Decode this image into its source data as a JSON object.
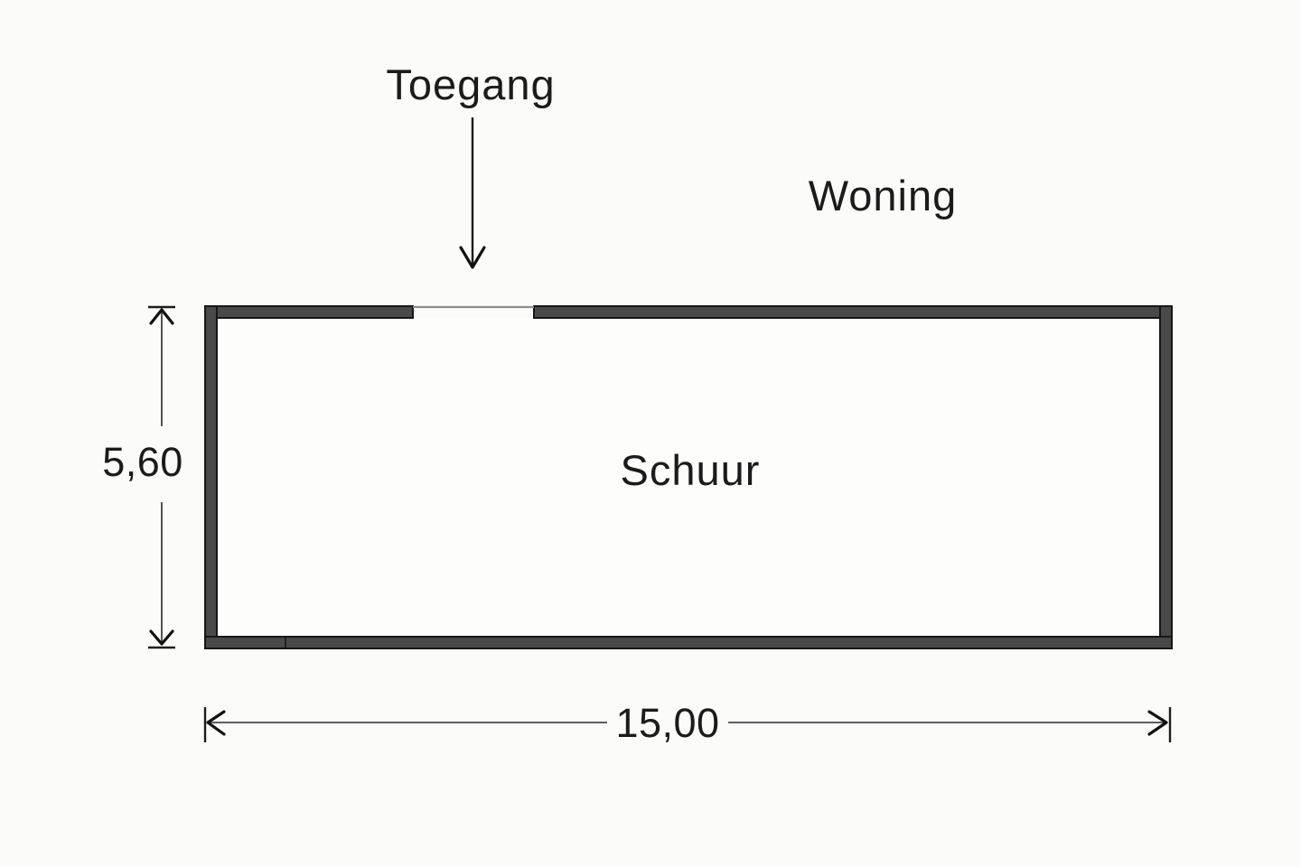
{
  "diagram": {
    "labels": {
      "entrance": "Toegang",
      "dwelling": "Woning",
      "room": "Schuur"
    },
    "dimensions": {
      "width_label": "15,00",
      "height_label": "5,60"
    },
    "colors": {
      "background": "#fafaf9",
      "wall_fill": "#494949",
      "wall_stroke": "#161616",
      "text": "#1b1b1b",
      "dimension_line": "#2b2b2b",
      "opening_line": "#8d8d8d"
    }
  }
}
